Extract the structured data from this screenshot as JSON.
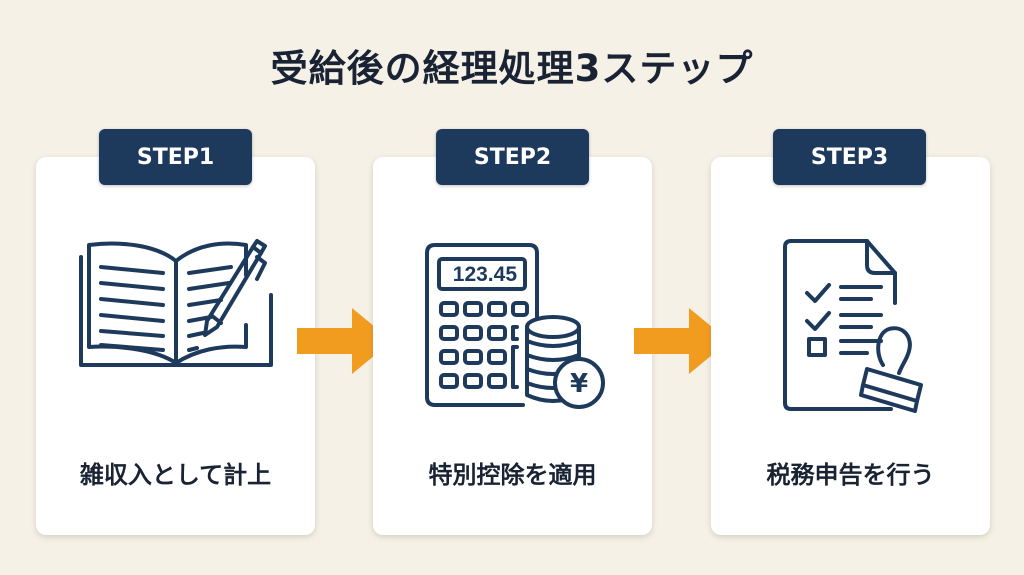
{
  "title": "受給後の経理処理3ステップ",
  "colors": {
    "background": "#f5f1e6",
    "badge": "#1d3a5c",
    "icon_stroke": "#1d3a5c",
    "arrow": "#f29c1f",
    "text": "#1a2333"
  },
  "steps": [
    {
      "badge": "STEP1",
      "icon": "open-book-with-pen-icon",
      "label": "雑収入として計上"
    },
    {
      "badge": "STEP2",
      "icon": "calculator-with-yen-coins-icon",
      "label": "特別控除を適用",
      "calculator_display": "123.45",
      "coin_symbol": "¥"
    },
    {
      "badge": "STEP3",
      "icon": "checklist-document-with-stamp-icon",
      "label": "税務申告を行う"
    }
  ],
  "arrows": [
    {
      "icon": "right-arrow-icon"
    },
    {
      "icon": "right-arrow-icon"
    }
  ]
}
